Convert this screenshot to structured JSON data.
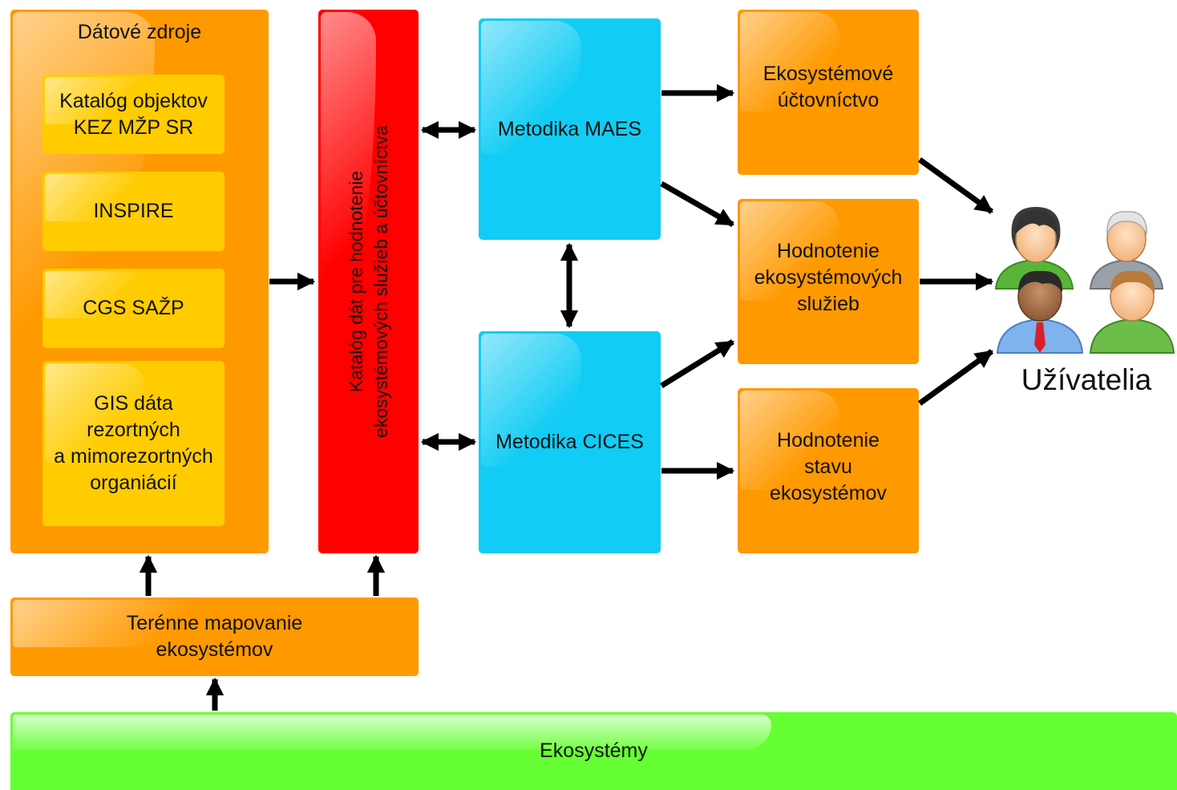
{
  "data_sources": {
    "title": "Dátové zdroje",
    "items": [
      "Katalóg objektov\nKEZ MŽP SR",
      "INSPIRE",
      "CGS SAŽP",
      "GIS dáta\nrezortných\na mimorezortných\norganiácií"
    ]
  },
  "catalog": {
    "label": "Katalóg dát pre hodnotenie\nekosystémových služieb a účtovníctva"
  },
  "methods": {
    "maes": "Metodika MAES",
    "cices": "Metodika CICES"
  },
  "outputs": {
    "accounting": "Ekosystémové\núčtovníctvo",
    "services": "Hodnotenie\nekosystémových\nslužieb",
    "state": "Hodnotenie\nstavu\nekosystémov"
  },
  "field_mapping": {
    "label": "Terénne mapovanie\nekosystémov"
  },
  "ecosystems": {
    "label": "Ekosystémy"
  },
  "users": {
    "label": "Užívatelia",
    "icon": "users-group-icon"
  },
  "colors": {
    "orange": "#ff9900",
    "yellow": "#ffcc00",
    "red": "#ff0000",
    "cyan": "#11ccf4",
    "green": "#66ff33",
    "arrow": "#000000"
  }
}
